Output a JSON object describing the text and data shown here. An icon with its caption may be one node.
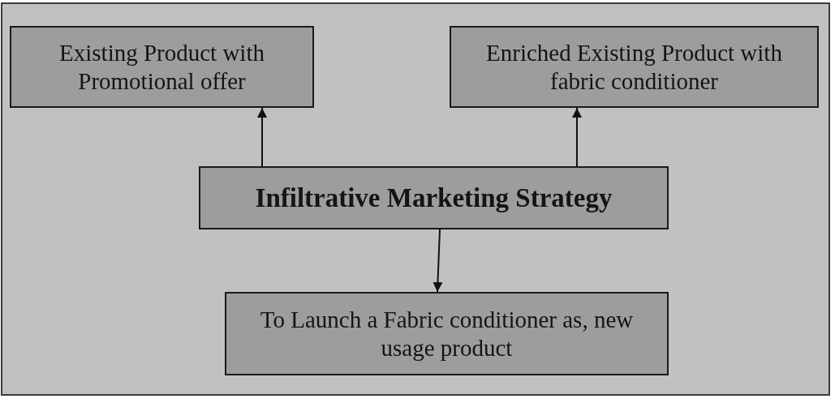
{
  "diagram": {
    "nodes": [
      {
        "text": [
          "Existing Product with Promotional offer"
        ]
      },
      {
        "text": [
          "Enriched Existing Product with fabric conditioner"
        ]
      },
      {
        "text": [
          "Infiltrative Marketing Strategy"
        ]
      },
      {
        "text": [
          "To Launch a Fabric conditioner as, new usage product"
        ]
      }
    ],
    "edges": [
      {
        "from": 2,
        "to": 0,
        "arrow": "to"
      },
      {
        "from": 2,
        "to": 1,
        "arrow": "to"
      },
      {
        "from": 2,
        "to": 3,
        "arrow": "to"
      }
    ]
  }
}
